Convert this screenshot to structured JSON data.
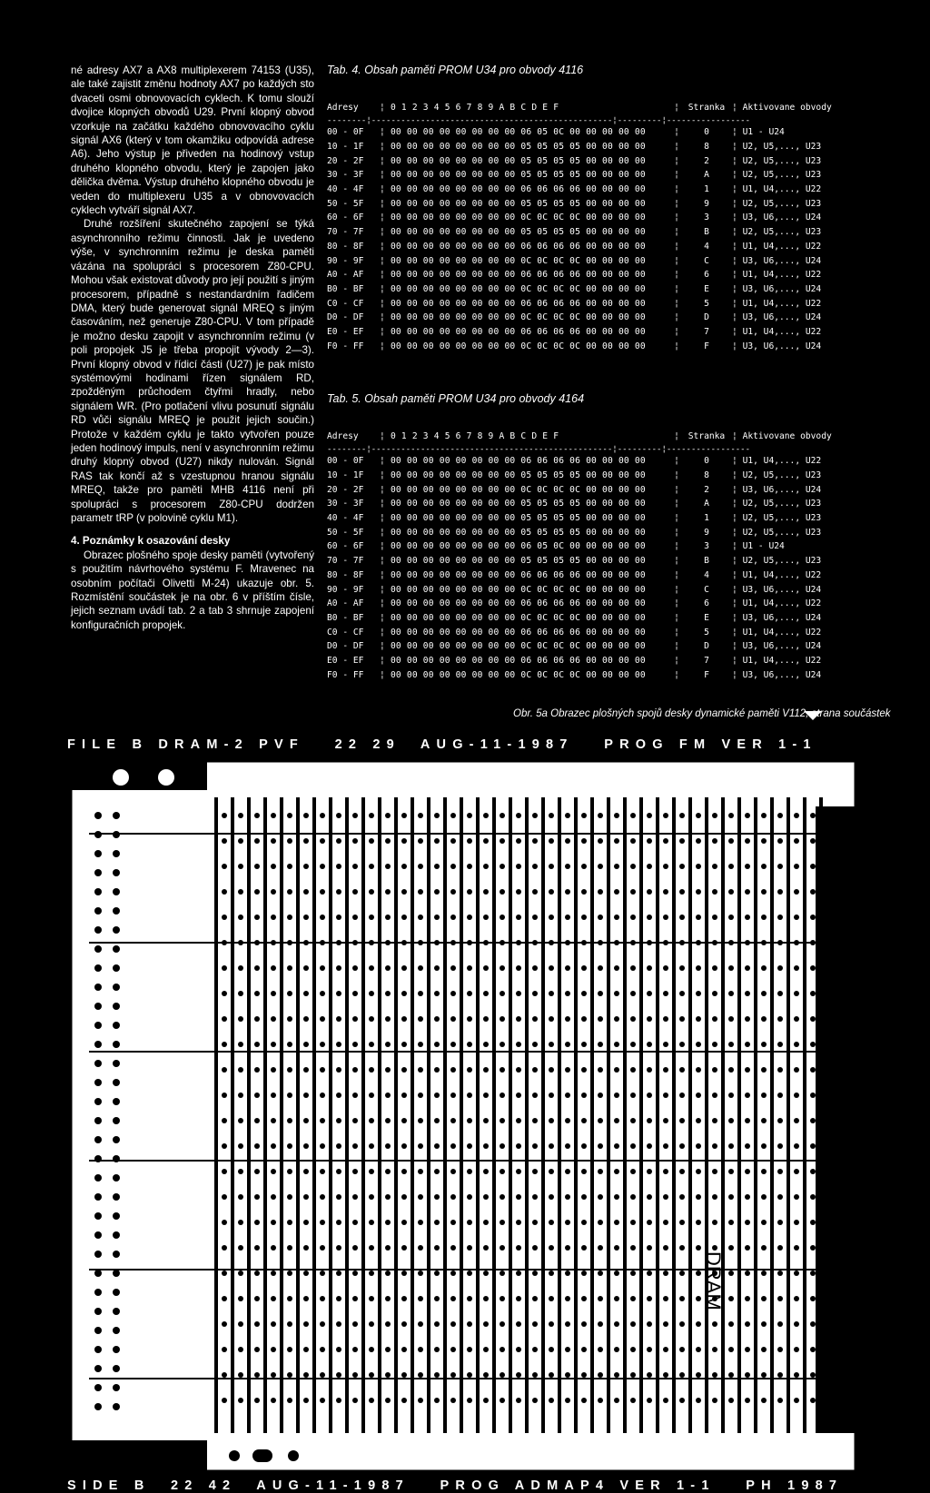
{
  "left_column": {
    "paragraphs": [
      "né adresy AX7 a AX8 multiplexerem 74153 (U35), ale také zajistit změnu hodnoty AX7 po každých sto dvaceti osmi obnovovacích cyklech. K tomu slouží dvojice klopných obvodů U29. První klopný obvod vzorkuje na začátku každého obnovovacího cyklu signál AX6 (který v tom okamžiku odpovídá adrese A6). Jeho výstup je přiveden na hodinový vstup druhého klopného obvodu, který je zapojen jako dělička dvěma. Výstup druhého klopného obvodu je veden do multiplexeru U35 a v obnovovacích cyklech vytváří signál AX7.",
      "Druhé rozšíření skutečného zapojení se týká asynchronního režimu činnosti. Jak je uvedeno výše, v synchronním režimu je deska paměti vázána na spolupráci s procesorem Z80-CPU. Mohou však existovat důvody pro její použití s jiným procesorem, případně s nestandardním řadičem DMA, který bude generovat signál MREQ s jiným časováním, než generuje Z80-CPU. V tom případě je možno desku zapojit v asynchronním režimu (v poli propojek J5 je třeba propojit vývody 2—3). První klopný obvod v řídicí části (U27) je pak místo systémovými hodinami řízen signálem RD, zpožděným průchodem čtyřmi hradly, nebo signálem WR. (Pro potlačení vlivu posunutí signálu RD vůči signálu MREQ je použit jejich součin.) Protože v každém cyklu je takto vytvořen pouze jeden hodinový impuls, není v asynchronním režimu druhý klopný obvod (U27) nikdy nulován. Signál RAS tak končí až s vzestupnou hranou signálu MREQ, takže pro paměti MHB 4116 není při spolupráci s procesorem Z80-CPU dodržen parametr tRP (v polovině cyklu M1)."
    ],
    "section_heading": "4. Poznámky k osazování desky",
    "section_paragraph": "Obrazec plošného spoje desky paměti (vytvořený s použitím návrhového systému F. Mravenec na osobním počítači Olivetti M-24) ukazuje obr. 5. Rozmístění součástek je na obr. 6 v příštím čísle, jejich seznam uvádí tab. 2 a tab 3 shrnuje zapojení konfiguračních propojek."
  },
  "table4": {
    "caption": "Tab. 4. Obsah paměti PROM U34 pro obvody 4116",
    "header": {
      "addr": "Adresy",
      "bytes": "0 1 2 3 4 5 6 7 8 9 A B C D E F",
      "page": "Stranka",
      "chips": "Aktivovane obvody"
    },
    "rows": [
      {
        "addr": "00 - 0F",
        "bytes": "00 00 00 00 00 00 00 00 06 05 0C 00 00 00 00 00",
        "page": "0",
        "chips": "U1 - U24"
      },
      {
        "addr": "10 - 1F",
        "bytes": "00 00 00 00 00 00 00 00 05 05 05 05 00 00 00 00",
        "page": "8",
        "chips": "U2, U5,..., U23"
      },
      {
        "addr": "20 - 2F",
        "bytes": "00 00 00 00 00 00 00 00 05 05 05 05 00 00 00 00",
        "page": "2",
        "chips": "U2, U5,..., U23"
      },
      {
        "addr": "30 - 3F",
        "bytes": "00 00 00 00 00 00 00 00 05 05 05 05 00 00 00 00",
        "page": "A",
        "chips": "U2, U5,..., U23"
      },
      {
        "addr": "40 - 4F",
        "bytes": "00 00 00 00 00 00 00 00 06 06 06 06 00 00 00 00",
        "page": "1",
        "chips": "U1, U4,..., U22"
      },
      {
        "addr": "50 - 5F",
        "bytes": "00 00 00 00 00 00 00 00 05 05 05 05 00 00 00 00",
        "page": "9",
        "chips": "U2, U5,..., U23"
      },
      {
        "addr": "60 - 6F",
        "bytes": "00 00 00 00 00 00 00 00 0C 0C 0C 0C 00 00 00 00",
        "page": "3",
        "chips": "U3, U6,..., U24"
      },
      {
        "addr": "70 - 7F",
        "bytes": "00 00 00 00 00 00 00 00 05 05 05 05 00 00 00 00",
        "page": "B",
        "chips": "U2, U5,..., U23"
      },
      {
        "addr": "80 - 8F",
        "bytes": "00 00 00 00 00 00 00 00 06 06 06 06 00 00 00 00",
        "page": "4",
        "chips": "U1, U4,..., U22"
      },
      {
        "addr": "90 - 9F",
        "bytes": "00 00 00 00 00 00 00 00 0C 0C 0C 0C 00 00 00 00",
        "page": "C",
        "chips": "U3, U6,..., U24"
      },
      {
        "addr": "A0 - AF",
        "bytes": "00 00 00 00 00 00 00 00 06 06 06 06 00 00 00 00",
        "page": "6",
        "chips": "U1, U4,..., U22"
      },
      {
        "addr": "B0 - BF",
        "bytes": "00 00 00 00 00 00 00 00 0C 0C 0C 0C 00 00 00 00",
        "page": "E",
        "chips": "U3, U6,..., U24"
      },
      {
        "addr": "C0 - CF",
        "bytes": "00 00 00 00 00 00 00 00 06 06 06 06 00 00 00 00",
        "page": "5",
        "chips": "U1, U4,..., U22"
      },
      {
        "addr": "D0 - DF",
        "bytes": "00 00 00 00 00 00 00 00 0C 0C 0C 0C 00 00 00 00",
        "page": "D",
        "chips": "U3, U6,..., U24"
      },
      {
        "addr": "E0 - EF",
        "bytes": "00 00 00 00 00 00 00 00 06 06 06 06 00 00 00 00",
        "page": "7",
        "chips": "U1, U4,..., U22"
      },
      {
        "addr": "F0 - FF",
        "bytes": "00 00 00 00 00 00 00 00 0C 0C 0C 0C 00 00 00 00",
        "page": "F",
        "chips": "U3, U6,..., U24"
      }
    ]
  },
  "table5": {
    "caption": "Tab. 5. Obsah paměti PROM U34 pro obvody 4164",
    "header": {
      "addr": "Adresy",
      "bytes": "0 1 2 3 4 5 6 7 8 9 A B C D E F",
      "page": "Stranka",
      "chips": "Aktivovane obvody"
    },
    "rows": [
      {
        "addr": "00 - 0F",
        "bytes": "00 00 00 00 00 00 00 00 06 06 06 06 00 00 00 00",
        "page": "0",
        "chips": "U1, U4,..., U22"
      },
      {
        "addr": "10 - 1F",
        "bytes": "00 00 00 00 00 00 00 00 05 05 05 05 00 00 00 00",
        "page": "8",
        "chips": "U2, U5,..., U23"
      },
      {
        "addr": "20 - 2F",
        "bytes": "00 00 00 00 00 00 00 00 0C 0C 0C 0C 00 00 00 00",
        "page": "2",
        "chips": "U3, U6,..., U24"
      },
      {
        "addr": "30 - 3F",
        "bytes": "00 00 00 00 00 00 00 00 05 05 05 05 00 00 00 00",
        "page": "A",
        "chips": "U2, U5,..., U23"
      },
      {
        "addr": "40 - 4F",
        "bytes": "00 00 00 00 00 00 00 00 05 05 05 05 00 00 00 00",
        "page": "1",
        "chips": "U2, U5,..., U23"
      },
      {
        "addr": "50 - 5F",
        "bytes": "00 00 00 00 00 00 00 00 05 05 05 05 00 00 00 00",
        "page": "9",
        "chips": "U2, U5,..., U23"
      },
      {
        "addr": "60 - 6F",
        "bytes": "00 00 00 00 00 00 00 00 06 05 0C 00 00 00 00 00",
        "page": "3",
        "chips": "U1 - U24"
      },
      {
        "addr": "70 - 7F",
        "bytes": "00 00 00 00 00 00 00 00 05 05 05 05 00 00 00 00",
        "page": "B",
        "chips": "U2, U5,..., U23"
      },
      {
        "addr": "80 - 8F",
        "bytes": "00 00 00 00 00 00 00 00 06 06 06 06 00 00 00 00",
        "page": "4",
        "chips": "U1, U4,..., U22"
      },
      {
        "addr": "90 - 9F",
        "bytes": "00 00 00 00 00 00 00 00 0C 0C 0C 0C 00 00 00 00",
        "page": "C",
        "chips": "U3, U6,..., U24"
      },
      {
        "addr": "A0 - AF",
        "bytes": "00 00 00 00 00 00 00 00 06 06 06 06 00 00 00 00",
        "page": "6",
        "chips": "U1, U4,..., U22"
      },
      {
        "addr": "B0 - BF",
        "bytes": "00 00 00 00 00 00 00 00 0C 0C 0C 0C 00 00 00 00",
        "page": "E",
        "chips": "U3, U6,..., U24"
      },
      {
        "addr": "C0 - CF",
        "bytes": "00 00 00 00 00 00 00 00 06 06 06 06 00 00 00 00",
        "page": "5",
        "chips": "U1, U4,..., U22"
      },
      {
        "addr": "D0 - DF",
        "bytes": "00 00 00 00 00 00 00 00 0C 0C 0C 0C 00 00 00 00",
        "page": "D",
        "chips": "U3, U6,..., U24"
      },
      {
        "addr": "E0 - EF",
        "bytes": "00 00 00 00 00 00 00 00 06 06 06 06 00 00 00 00",
        "page": "7",
        "chips": "U1, U4,..., U22"
      },
      {
        "addr": "F0 - FF",
        "bytes": "00 00 00 00 00 00 00 00 0C 0C 0C 0C 00 00 00 00",
        "page": "F",
        "chips": "U3, U6,..., U24"
      }
    ]
  },
  "figure": {
    "caption": "Obr. 5a Obrazec plošných spojů desky dynamické paměti V112, strana součástek",
    "file_line": "FILE B DRAM-2 PVF   22 29  AUG-11-1987   PROG FM VER 1-1",
    "side_line": "SIDE B  22 42  AUG-11-1987   PROG ADMAP4 VER 1-1   PH 1987",
    "board_label": "DRAM"
  }
}
